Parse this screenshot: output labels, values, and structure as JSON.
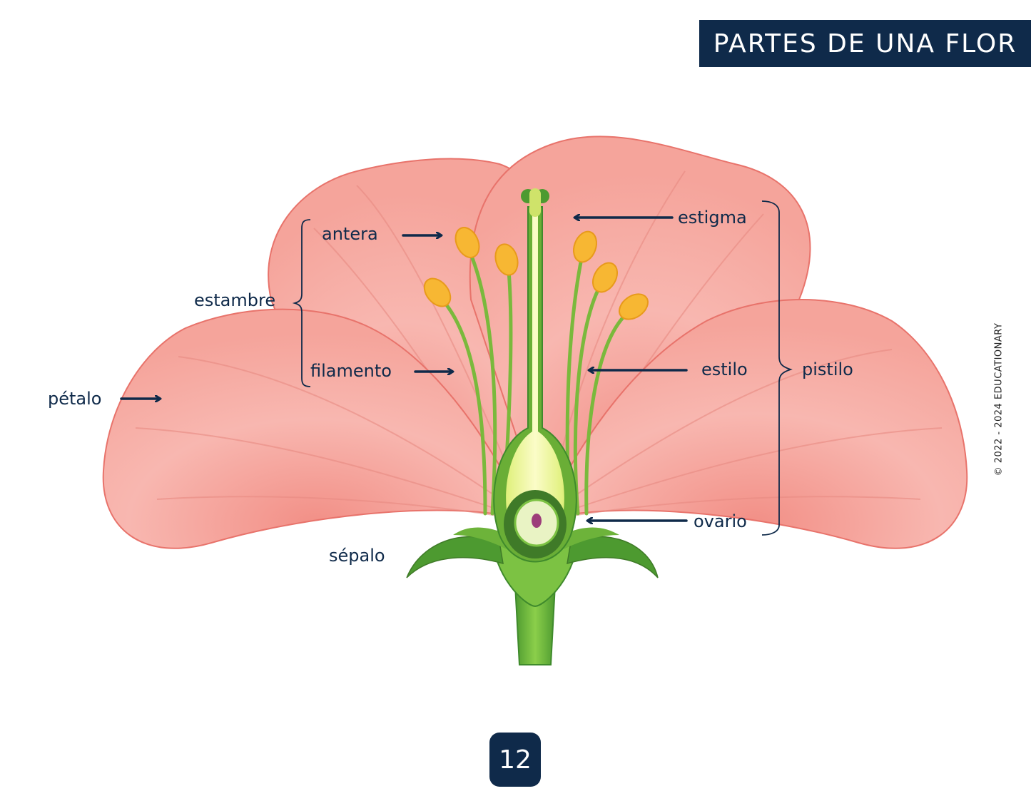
{
  "title": "PARTES DE UNA FLOR",
  "labels": {
    "antera": "antera",
    "estambre": "estambre",
    "filamento": "filamento",
    "petalo": "pétalo",
    "sepalo": "sépalo",
    "estigma": "estigma",
    "estilo": "estilo",
    "pistilo": "pistilo",
    "ovario": "ovario"
  },
  "copyright": "© 2022 - 2024 EDUCATIONARY",
  "page_number": "12",
  "colors": {
    "navy": "#0f2a4a",
    "petal": "#f4a6a0",
    "petal_light": "#fbd2cd",
    "petal_edge": "#e8736b",
    "green_dark": "#3f8a2c",
    "green_light": "#9ccd4d",
    "anther": "#f7b733"
  }
}
